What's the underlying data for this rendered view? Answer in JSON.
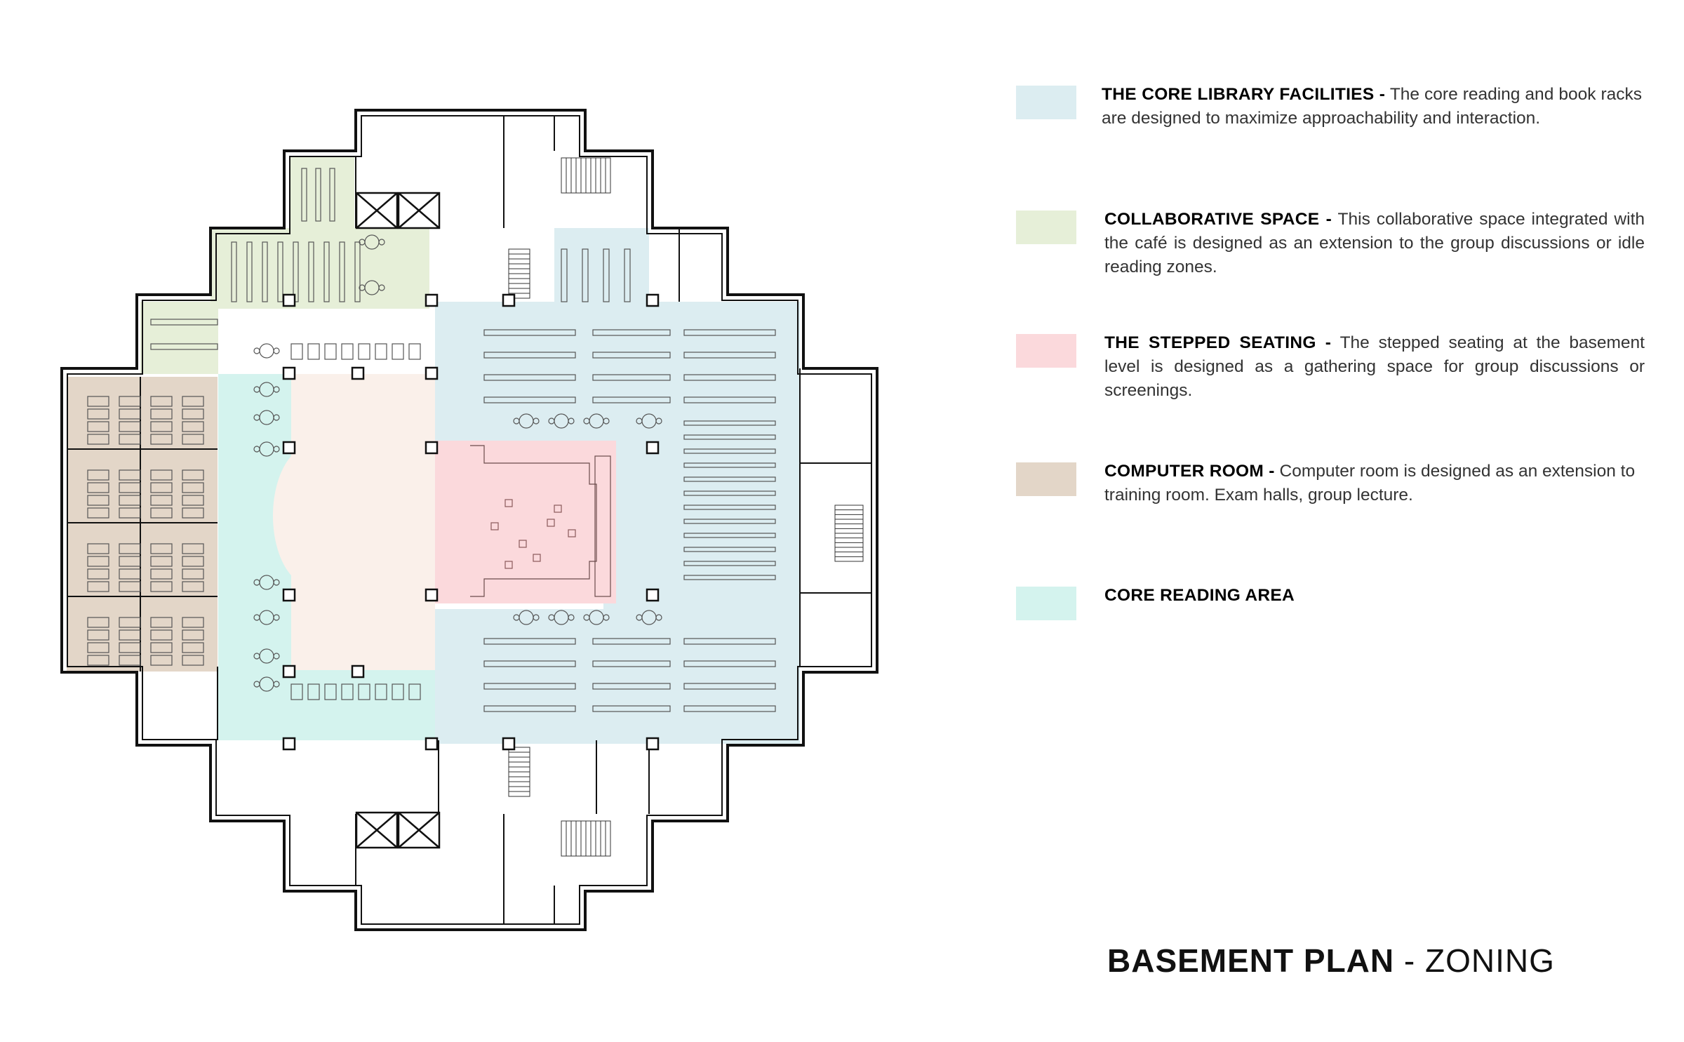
{
  "colors": {
    "core_library": "#dcedf1",
    "collaborative": "#e6efd8",
    "stepped": "#fbd9dc",
    "computer": "#e3d6c8",
    "core_reading": "#d4f3ee",
    "atrium": "#faf0ea",
    "wall": "#111111"
  },
  "legend": [
    {
      "key": "core_library",
      "heading": "THE CORE LIBRARY FACILITIES -",
      "text": "The core reading and book racks are designed to maximize approachability and interaction."
    },
    {
      "key": "collaborative",
      "heading": "COLLABORATIVE SPACE -",
      "text": "This collaborative space integrated with the café is designed as an extension to the group discussions or idle reading zones."
    },
    {
      "key": "stepped",
      "heading": "THE STEPPED SEATING -",
      "text": "The stepped seating at the basement level is designed as a gathering space for group discussions or screenings."
    },
    {
      "key": "computer",
      "heading": "COMPUTER ROOM -",
      "text": "Computer room is designed as an extension to training room. Exam halls, group lecture."
    },
    {
      "key": "core_reading",
      "heading": "CORE READING AREA",
      "text": ""
    }
  ],
  "title": {
    "main": "BASEMENT PLAN",
    "separator": " - ",
    "sub": "ZONING"
  },
  "icons": {
    "elevators": "elevator-icon",
    "stairs": "stair-icon",
    "columns": "column-icon"
  }
}
